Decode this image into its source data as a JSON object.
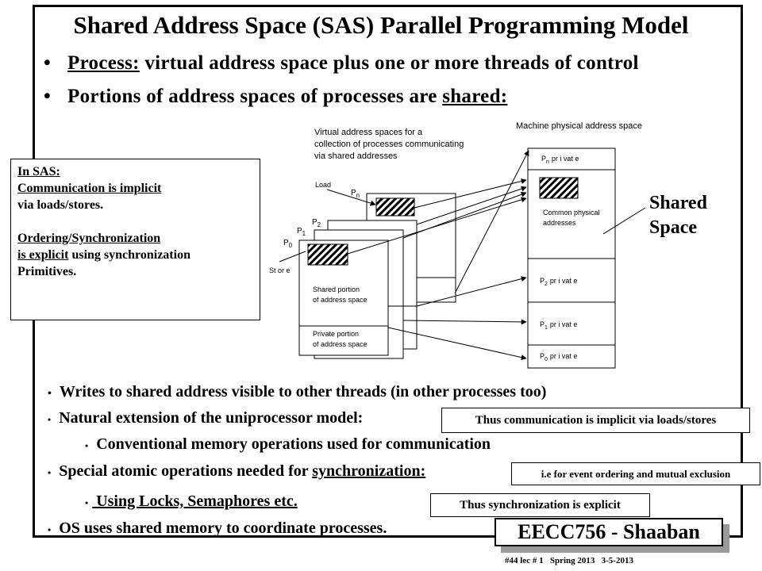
{
  "slide": {
    "title": "Shared Address Space (SAS) Parallel Programming Model",
    "bullets_top": [
      {
        "dot": "•",
        "label": "Process:",
        "text": " virtual address space plus one or more threads of control"
      },
      {
        "dot": "•",
        "text": "Portions of address spaces of processes are ",
        "shared": "shared:"
      }
    ]
  },
  "sas_box": {
    "line1": "In SAS:",
    "line2": "Communication is implicit",
    "line3": "via loads/stores.",
    "line4": "Ordering/Synchronization",
    "line5_u": "is explicit",
    "line5_rest": " using synchronization",
    "line6": "Primitives."
  },
  "diagram": {
    "virtual_caption": [
      "Virtual address spaces for a",
      "collection of processes communicating",
      "via shared addresses"
    ],
    "machine_caption": "Machine physical address space",
    "load_label": "Load",
    "store_label": "St or e",
    "process_labels": {
      "p0": "P",
      "p0_sub": "0",
      "p1": "P",
      "p1_sub": "1",
      "p2": "P",
      "p2_sub": "2",
      "pn": "P",
      "pn_sub": "n"
    },
    "shared_portion": [
      "Shared portion",
      "of address space"
    ],
    "private_portion": [
      "Private portion",
      "of address space"
    ],
    "physical": {
      "pn_private": "pr i vat e",
      "common": [
        "Common physical",
        "addresses"
      ],
      "p2_private": "pr i vat e",
      "p1_private": "pr i vat e",
      "p0_private": "pr i vat e"
    },
    "shared_space": [
      "Shared",
      "Space"
    ]
  },
  "bullets_bottom": [
    {
      "dot": "•",
      "text": "Writes to shared address visible to other threads (in other processes too)"
    },
    {
      "dot": "•",
      "text": "Natural extension of the uniprocessor model:"
    },
    {
      "dot": "•",
      "text": "Conventional memory operations used for communication"
    },
    {
      "dot": "•",
      "text_pre": "Special atomic operations needed for ",
      "text_u": "synchronization:"
    },
    {
      "dot": "•",
      "text_u": " Using Locks, Semaphores etc."
    },
    {
      "dot": "•",
      "text": "OS uses shared memory to coordinate processes."
    }
  ],
  "callouts": {
    "implicit": "Thus communication is implicit via loads/stores",
    "event": "i.e for event ordering and mutual exclusion",
    "explicit": "Thus synchronization is explicit"
  },
  "footer": {
    "badge": "EECC756 - Shaaban",
    "lec": "#44 lec # 1",
    "term": "Spring 2013",
    "date": "3-5-2013"
  }
}
